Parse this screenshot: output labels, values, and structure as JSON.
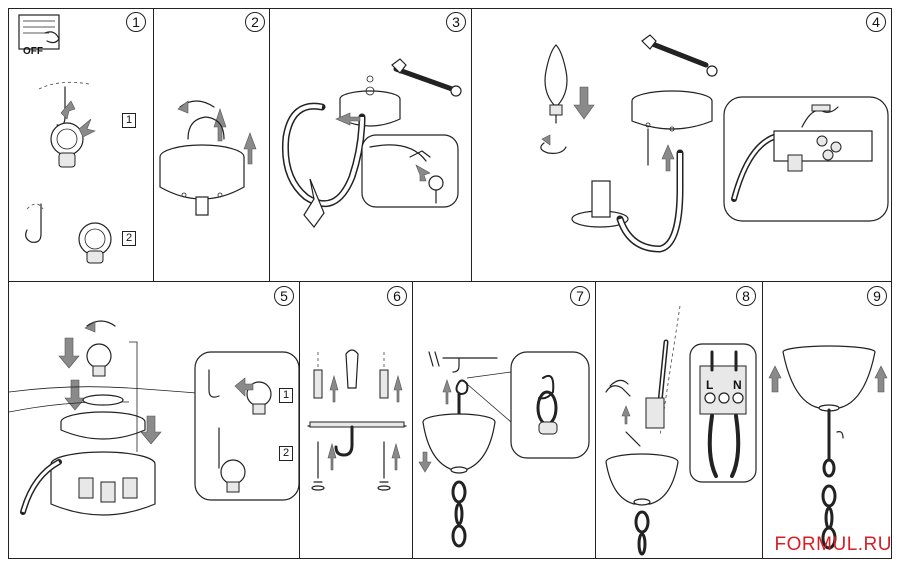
{
  "steps": [
    {
      "number": "1",
      "off_label": "OFF",
      "options": [
        "1",
        "2"
      ]
    },
    {
      "number": "2"
    },
    {
      "number": "3"
    },
    {
      "number": "4"
    },
    {
      "number": "5",
      "options": [
        "1",
        "2"
      ]
    },
    {
      "number": "6"
    },
    {
      "number": "7"
    },
    {
      "number": "8",
      "terminal_labels": [
        "L",
        "N"
      ]
    },
    {
      "number": "9"
    }
  ],
  "brand": "FORMUL.RU",
  "colors": {
    "brand": "#d81f26",
    "arrow": "#8a8a8a",
    "line": "#222222"
  },
  "icons": [
    "wall-switch-icon",
    "ceiling-hook-icon",
    "wrench-icon",
    "bulb-icon",
    "screw-icon",
    "dowel-icon",
    "chain-icon",
    "terminal-block-icon"
  ]
}
